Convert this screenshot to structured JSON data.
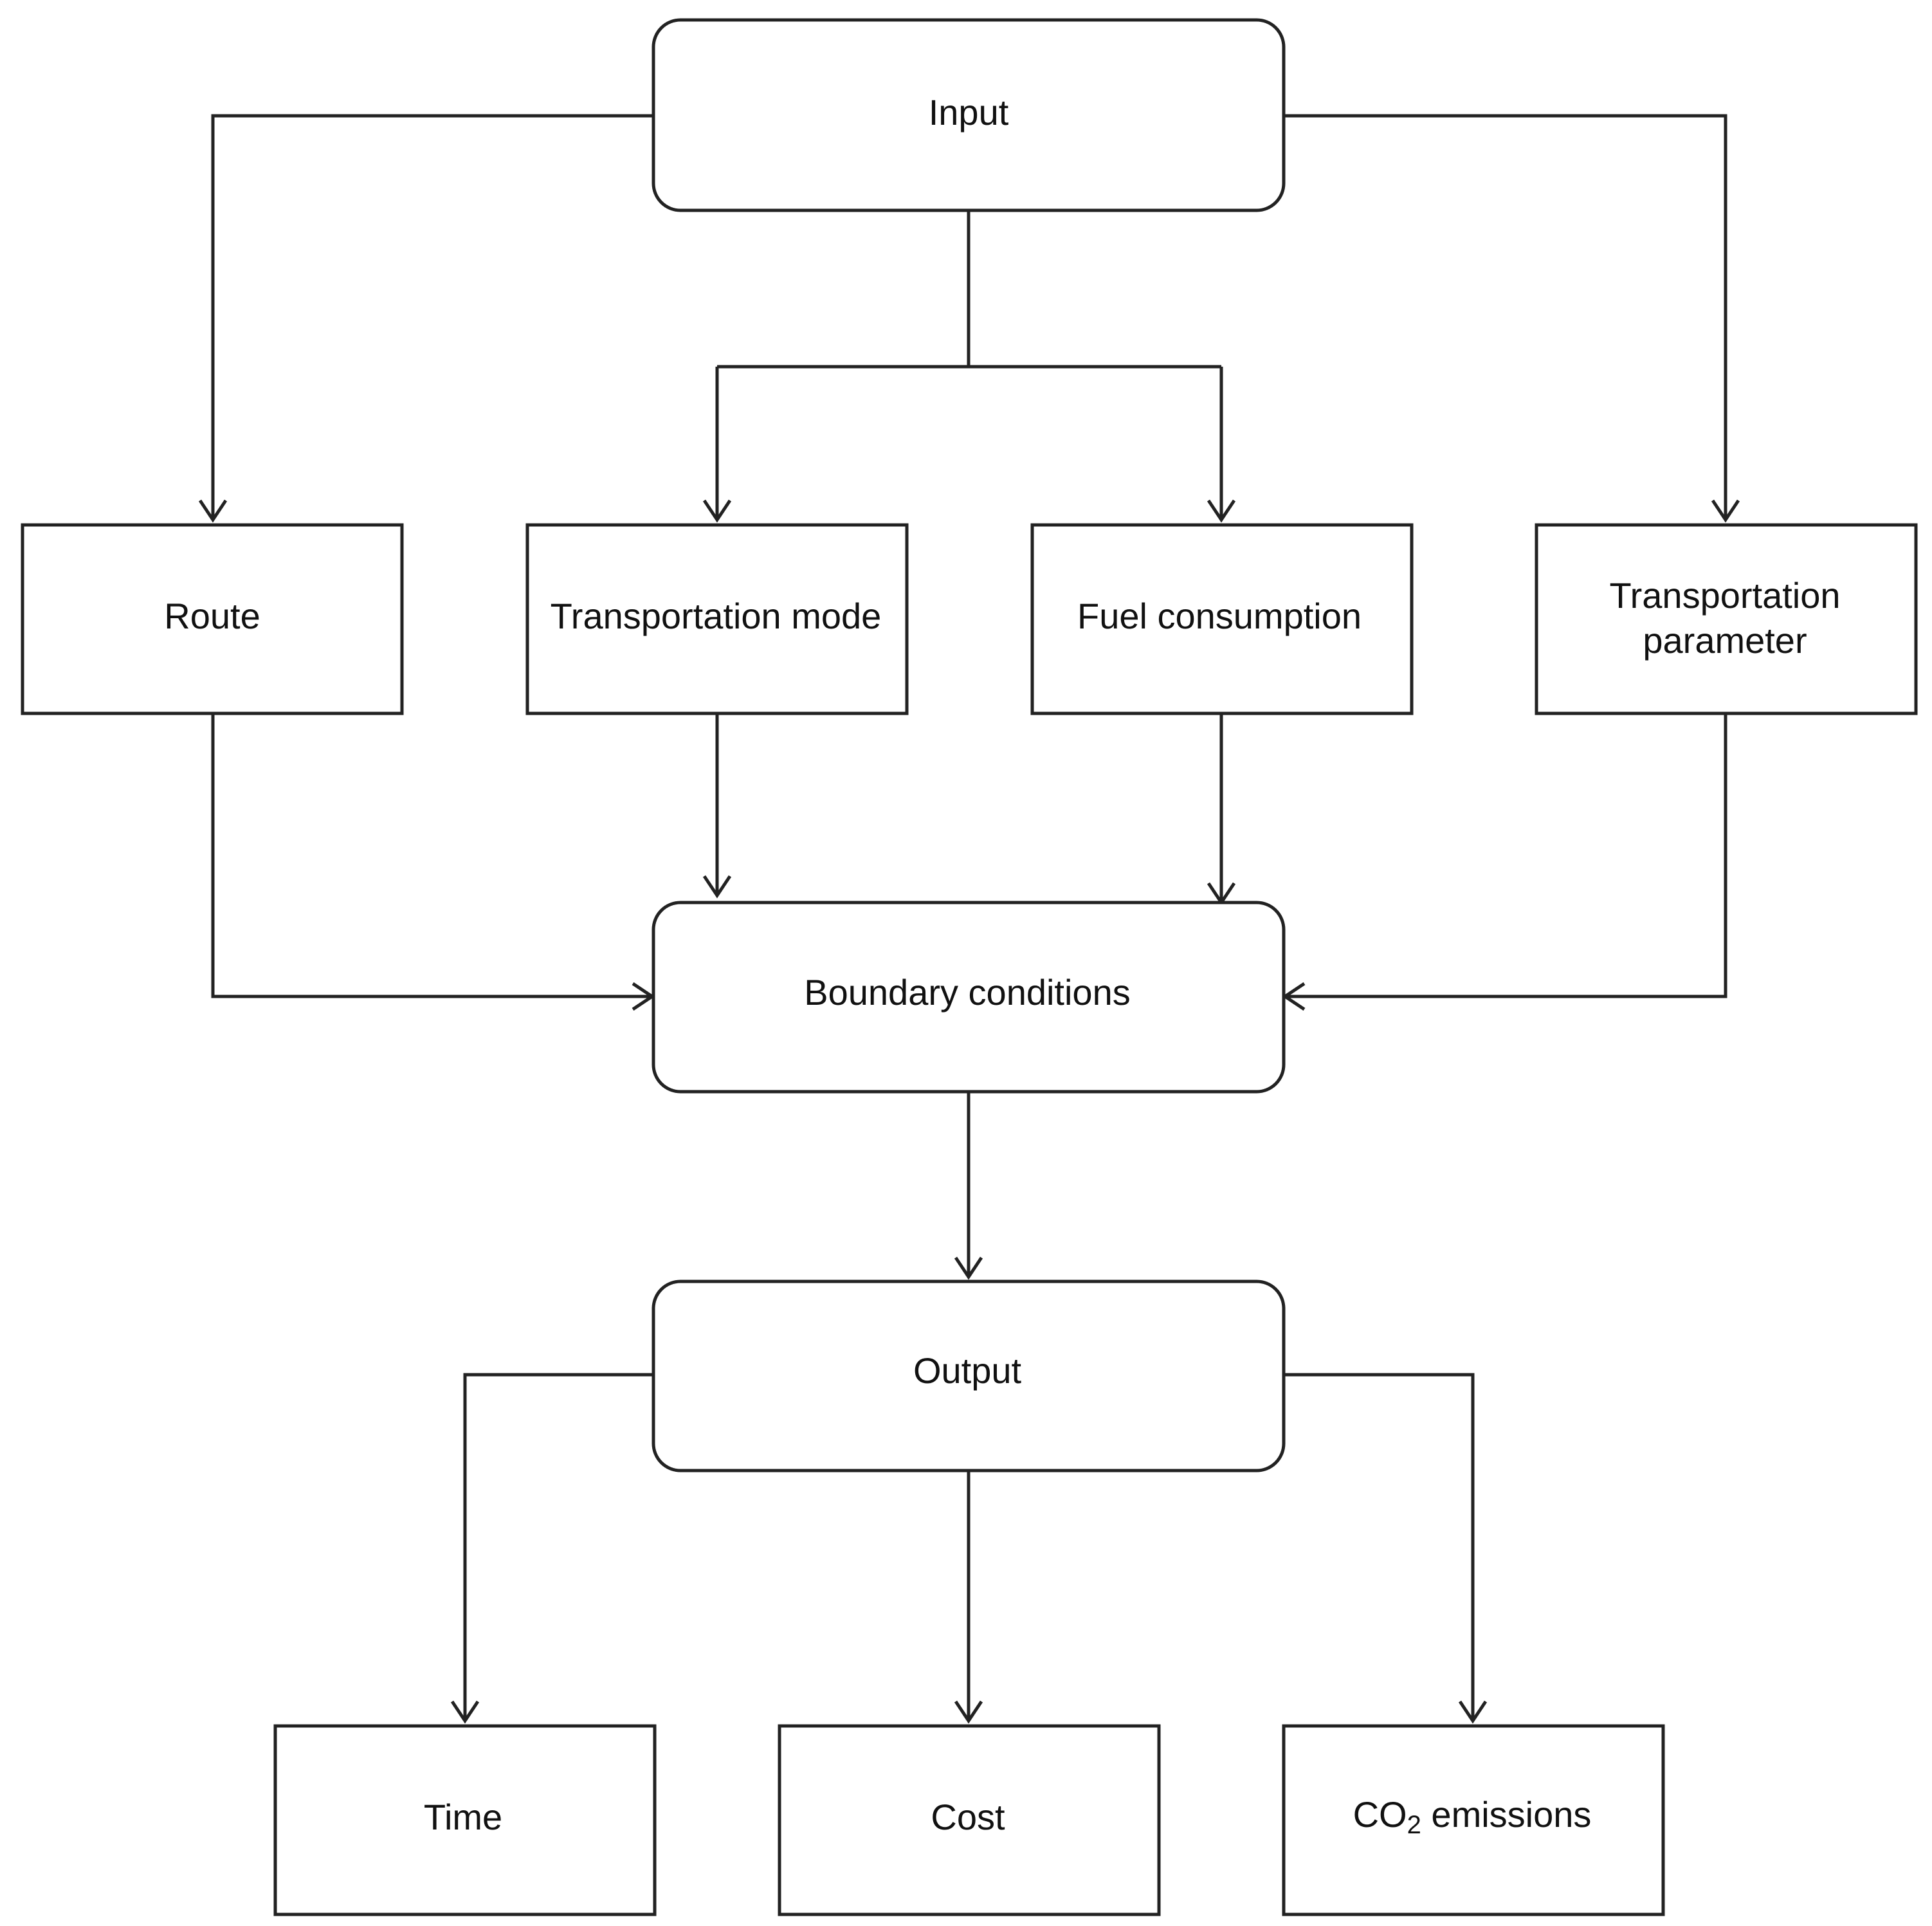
{
  "diagram": {
    "nodes": {
      "input": "Input",
      "route": "Route",
      "transportation_mode": "Transportation mode",
      "fuel_consumption": "Fuel consumption",
      "transportation_parameter_line1": "Transportation",
      "transportation_parameter_line2": "parameter",
      "boundary_conditions": "Boundary conditions",
      "output": "Output",
      "time": "Time",
      "cost": "Cost",
      "co2_prefix": "CO",
      "co2_subscript": "2",
      "co2_suffix": " emissions"
    },
    "edges": [
      {
        "from": "Input",
        "to": "Route"
      },
      {
        "from": "Input",
        "to": "Transportation mode"
      },
      {
        "from": "Input",
        "to": "Fuel consumption"
      },
      {
        "from": "Input",
        "to": "Transportation parameter"
      },
      {
        "from": "Route",
        "to": "Boundary conditions"
      },
      {
        "from": "Transportation mode",
        "to": "Boundary conditions"
      },
      {
        "from": "Fuel consumption",
        "to": "Boundary conditions"
      },
      {
        "from": "Transportation parameter",
        "to": "Boundary conditions"
      },
      {
        "from": "Boundary conditions",
        "to": "Output"
      },
      {
        "from": "Output",
        "to": "Time"
      },
      {
        "from": "Output",
        "to": "Cost"
      },
      {
        "from": "Output",
        "to": "CO2 emissions"
      }
    ]
  }
}
